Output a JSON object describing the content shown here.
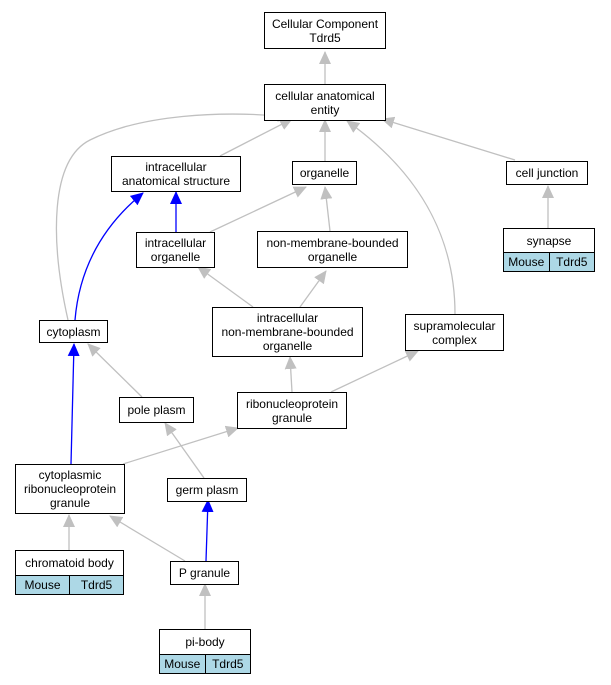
{
  "colors": {
    "edge_gray": "#c0c0c0",
    "edge_blue": "#0000ff",
    "species_fill": "#add8e6"
  },
  "nodes": {
    "root": "Cellular Component\nTdrd5",
    "cae": "cellular anatomical\nentity",
    "ias": "intracellular\nanatomical structure",
    "organelle": "organelle",
    "cell_junction": "cell junction",
    "synapse": "synapse",
    "intra_organelle": "intracellular\norganelle",
    "nmbo": "non-membrane-bounded\norganelle",
    "cytoplasm": "cytoplasm",
    "inmbo": "intracellular\nnon-membrane-bounded\norganelle",
    "supra": "supramolecular\ncomplex",
    "pole_plasm": "pole plasm",
    "rnp_granule": "ribonucleoprotein\ngranule",
    "cyto_rnp": "cytoplasmic\nribonucleoprotein\ngranule",
    "germ_plasm": "germ plasm",
    "chromatoid": "chromatoid body",
    "p_granule": "P granule",
    "pi_body": "pi-body"
  },
  "annotations": {
    "synapse": {
      "species": "Mouse",
      "gene": "Tdrd5"
    },
    "chromatoid": {
      "species": "Mouse",
      "gene": "Tdrd5"
    },
    "pi_body": {
      "species": "Mouse",
      "gene": "Tdrd5"
    }
  }
}
